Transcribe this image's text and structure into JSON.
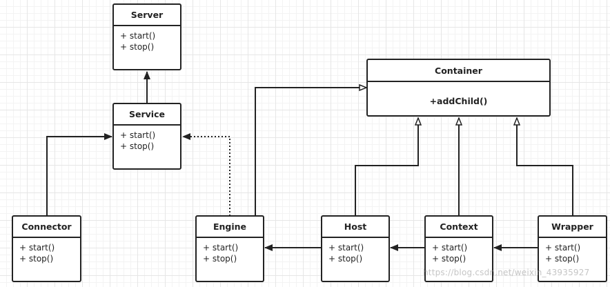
{
  "classes": {
    "server": {
      "name": "Server",
      "ops": [
        "+ start()",
        "+ stop()"
      ]
    },
    "service": {
      "name": "Service",
      "ops": [
        "+ start()",
        "+ stop()"
      ]
    },
    "container": {
      "name": "Container",
      "ops": [
        "+addChild()"
      ]
    },
    "connector": {
      "name": "Connector",
      "ops": [
        "+ start()",
        "+ stop()"
      ]
    },
    "engine": {
      "name": "Engine",
      "ops": [
        "+ start()",
        "+ stop()"
      ]
    },
    "host": {
      "name": "Host",
      "ops": [
        "+ start()",
        "+ stop()"
      ]
    },
    "context": {
      "name": "Context",
      "ops": [
        "+ start()",
        "+ stop()"
      ]
    },
    "wrapper": {
      "name": "Wrapper",
      "ops": [
        "+ start()",
        "+ stop()"
      ]
    }
  },
  "relations": [
    {
      "from": "Service",
      "to": "Server",
      "kind": "association"
    },
    {
      "from": "Connector",
      "to": "Service",
      "kind": "association"
    },
    {
      "from": "Engine",
      "to": "Service",
      "kind": "dependency"
    },
    {
      "from": "Engine",
      "to": "Container",
      "kind": "generalization"
    },
    {
      "from": "Host",
      "to": "Container",
      "kind": "generalization"
    },
    {
      "from": "Context",
      "to": "Container",
      "kind": "generalization"
    },
    {
      "from": "Wrapper",
      "to": "Container",
      "kind": "generalization"
    },
    {
      "from": "Host",
      "to": "Engine",
      "kind": "association"
    },
    {
      "from": "Context",
      "to": "Host",
      "kind": "association"
    },
    {
      "from": "Wrapper",
      "to": "Context",
      "kind": "association"
    }
  ],
  "watermark": "https://blog.csdn.net/weixin_43935927",
  "colors": {
    "line": "#222222",
    "grid": "#e6e6e6",
    "background": "#ffffff"
  }
}
